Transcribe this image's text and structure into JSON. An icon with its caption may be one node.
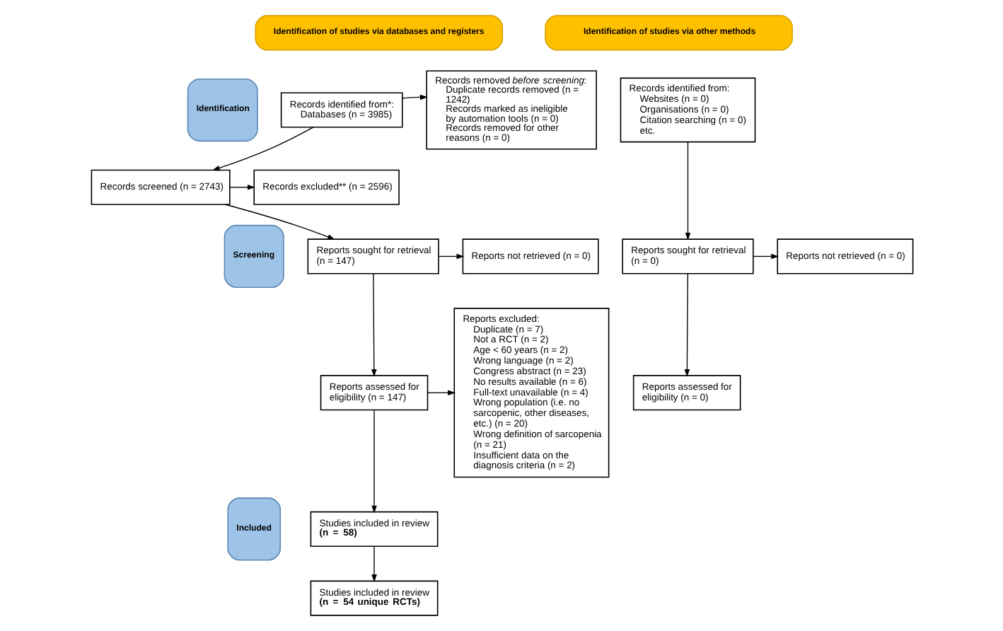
{
  "diagram": {
    "nodes": [
      {
        "text": [
          "Identification of studies via databases and registers"
        ]
      },
      {
        "text": [
          "Identification of studies via other methods"
        ]
      },
      {
        "text": [
          "Identification"
        ]
      },
      {
        "text": [
          "Screening"
        ]
      },
      {
        "text": [
          "Included"
        ]
      },
      {
        "text": [
          "Records identified from*:",
          "Databases (n = 3985)"
        ]
      },
      {
        "text": [
          "Records removed *before screening*:",
          "Duplicate records removed (n = 1242)",
          "Records marked as ineligible by automation tools (n = 0)",
          "Records removed for other reasons (n = 0)"
        ]
      },
      {
        "text": [
          "Records screened (n = 2743)"
        ]
      },
      {
        "text": [
          "Records excluded** (n = 2596)"
        ]
      },
      {
        "text": [
          "Reports sought for retrieval (n = 147)"
        ]
      },
      {
        "text": [
          "Reports not retrieved (n = 0)"
        ]
      },
      {
        "text": [
          "Reports assessed for eligibility (n = 147)"
        ]
      },
      {
        "text": [
          "Reports excluded:",
          "Duplicate (n = 7)",
          "Not a RCT (n = 2)",
          "Age < 60 years (n = 2)",
          "Wrong language (n = 2)",
          "Congress abstract (n = 23)",
          "No results available (n = 6)",
          "Full-text unavailable (n = 4)",
          "Wrong population (i.e. no sarcopenic, other diseases, etc.) (n = 20)",
          "Wrong definition of sarcopenia (n = 21)",
          "Insufficient data on the diagnosis criteria (n = 2)"
        ]
      },
      {
        "text": [
          "Studies included in review **(n = 58)**"
        ]
      },
      {
        "text": [
          "Studies included in review **(n = 54 unique RCTs)**"
        ]
      },
      {
        "text": [
          "Records identified from:",
          "Websites (n = 0)",
          "Organisations (n = 0)",
          "Citation searching (n = 0)",
          "etc."
        ]
      },
      {
        "text": [
          "Reports sought for retrieval (n = 0)"
        ]
      },
      {
        "text": [
          "Reports not retrieved (n = 0)"
        ]
      },
      {
        "text": [
          "Reports assessed for eligibility (n = 0)"
        ]
      }
    ],
    "edges": [
      {
        "from": 5,
        "to": 6,
        "arrow": "to"
      },
      {
        "from": 5,
        "to": 7,
        "arrow": "to"
      },
      {
        "from": 7,
        "to": 8,
        "arrow": "to"
      },
      {
        "from": 7,
        "to": 9,
        "arrow": "to"
      },
      {
        "from": 9,
        "to": 10,
        "arrow": "to"
      },
      {
        "from": 9,
        "to": 11,
        "arrow": "to"
      },
      {
        "from": 11,
        "to": 12,
        "arrow": "to"
      },
      {
        "from": 11,
        "to": 13,
        "arrow": "to"
      },
      {
        "from": 13,
        "to": 14,
        "arrow": "to"
      },
      {
        "from": 15,
        "to": 16,
        "arrow": "to"
      },
      {
        "from": 16,
        "to": 17,
        "arrow": "to"
      },
      {
        "from": 16,
        "to": 18,
        "arrow": "to"
      }
    ]
  }
}
